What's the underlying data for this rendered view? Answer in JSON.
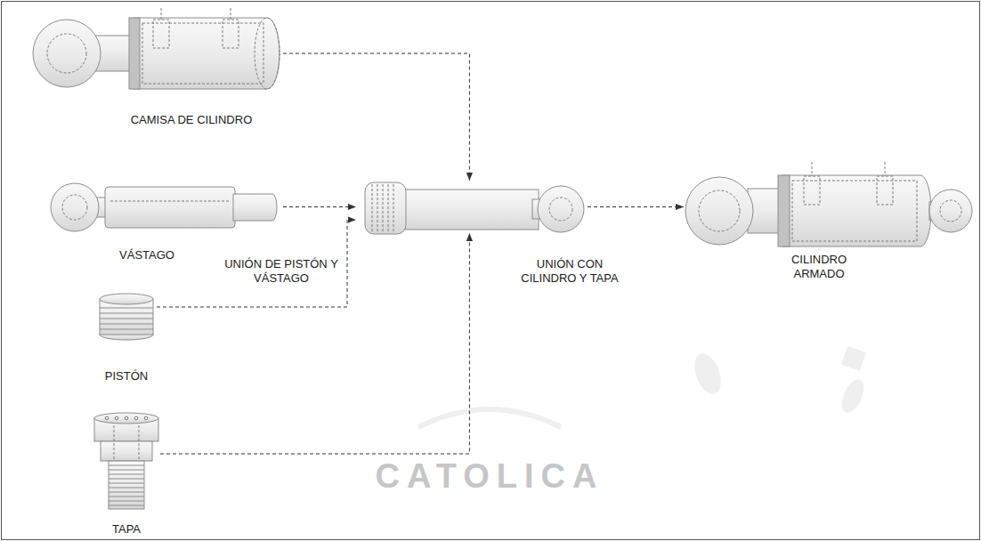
{
  "diagram": {
    "nodes": [
      {
        "text": [
          "CAMISA DE CILINDRO"
        ]
      },
      {
        "text": [
          "VÁSTAGO"
        ]
      },
      {
        "text": [
          "UNIÓN DE PISTÓN Y VÁSTAGO",
          "UNIÓN CON CILINDRO Y TAPA"
        ]
      },
      {
        "text": [
          "CILINDRO ARMADO"
        ]
      },
      {
        "text": [
          "PISTÓN"
        ]
      },
      {
        "text": [
          "TAPA"
        ]
      }
    ],
    "edges": [
      {
        "from": 0,
        "to": 2,
        "arrow": "to"
      },
      {
        "from": 1,
        "to": 2,
        "arrow": "to"
      },
      {
        "from": 4,
        "to": 2,
        "arrow": "to"
      },
      {
        "from": 5,
        "to": 2,
        "arrow": "to"
      },
      {
        "from": 2,
        "to": 3,
        "arrow": "to"
      }
    ],
    "labels": [
      "CATOLICA"
    ]
  }
}
